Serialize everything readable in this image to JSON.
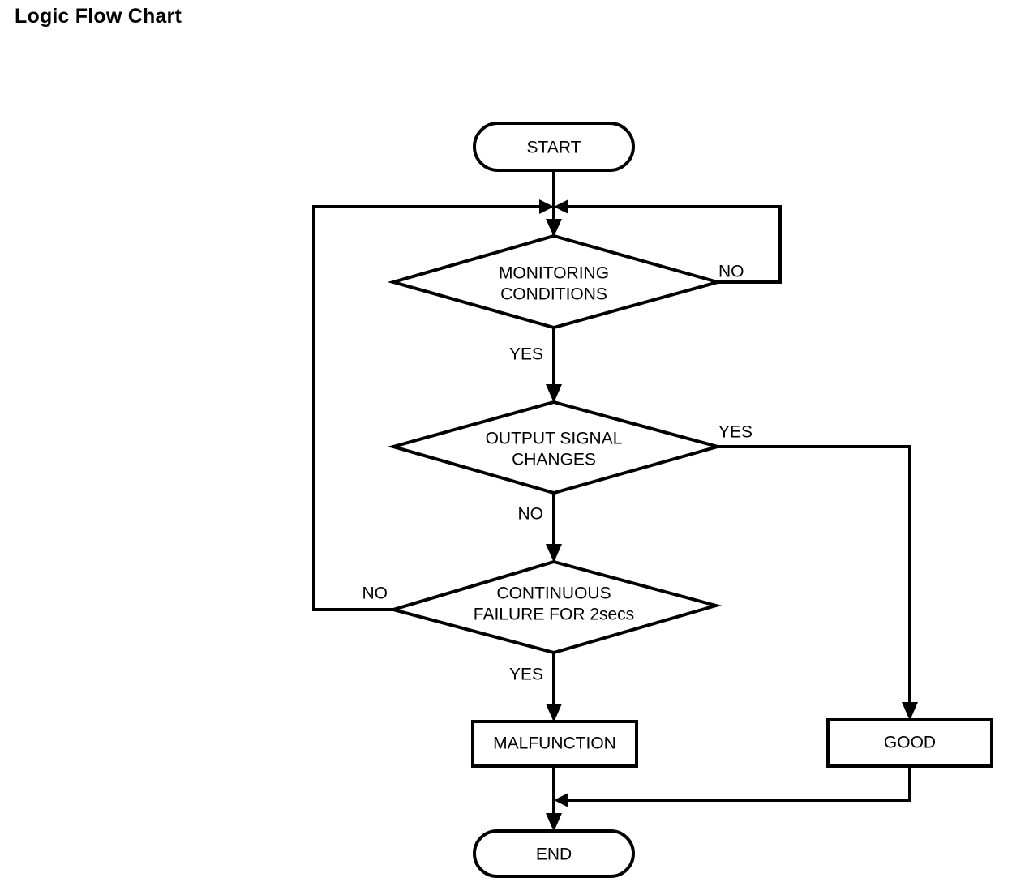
{
  "page": {
    "title": "Logic Flow Chart",
    "background_color": "#ffffff",
    "line_color": "#000000"
  },
  "chart_data": {
    "type": "diagram",
    "diagram_type": "flowchart",
    "title": "Logic Flow Chart",
    "nodes": [
      {
        "id": "start",
        "shape": "terminator",
        "label": "START"
      },
      {
        "id": "monitoring",
        "shape": "decision",
        "label_line1": "MONITORING",
        "label_line2": "CONDITIONS"
      },
      {
        "id": "output",
        "shape": "decision",
        "label_line1": "OUTPUT SIGNAL",
        "label_line2": "CHANGES"
      },
      {
        "id": "continuous",
        "shape": "decision",
        "label_line1": "CONTINUOUS",
        "label_line2": "FAILURE FOR 2secs"
      },
      {
        "id": "malfunction",
        "shape": "process",
        "label": "MALFUNCTION"
      },
      {
        "id": "good",
        "shape": "process",
        "label": "GOOD"
      },
      {
        "id": "end",
        "shape": "terminator",
        "label": "END"
      }
    ],
    "edges": [
      {
        "from": "start",
        "to": "monitoring",
        "label": ""
      },
      {
        "from": "monitoring",
        "to": "junction",
        "label": "NO"
      },
      {
        "from": "monitoring",
        "to": "output",
        "label": "YES"
      },
      {
        "from": "output",
        "to": "good",
        "label": "YES"
      },
      {
        "from": "output",
        "to": "continuous",
        "label": "NO"
      },
      {
        "from": "continuous",
        "to": "junction",
        "label": "NO"
      },
      {
        "from": "continuous",
        "to": "malfunction",
        "label": "YES"
      },
      {
        "from": "malfunction",
        "to": "end",
        "label": ""
      },
      {
        "from": "good",
        "to": "end",
        "label": ""
      }
    ]
  },
  "labels": {
    "start": "START",
    "end": "END",
    "malfunction": "MALFUNCTION",
    "good": "GOOD",
    "monitoring_line1": "MONITORING",
    "monitoring_line2": "CONDITIONS",
    "output_line1": "OUTPUT SIGNAL",
    "output_line2": "CHANGES",
    "continuous_line1": "CONTINUOUS",
    "continuous_line2": "FAILURE FOR 2secs",
    "edge_monitoring_no": "NO",
    "edge_monitoring_yes": "YES",
    "edge_output_yes": "YES",
    "edge_output_no": "NO",
    "edge_continuous_no": "NO",
    "edge_continuous_yes": "YES"
  }
}
